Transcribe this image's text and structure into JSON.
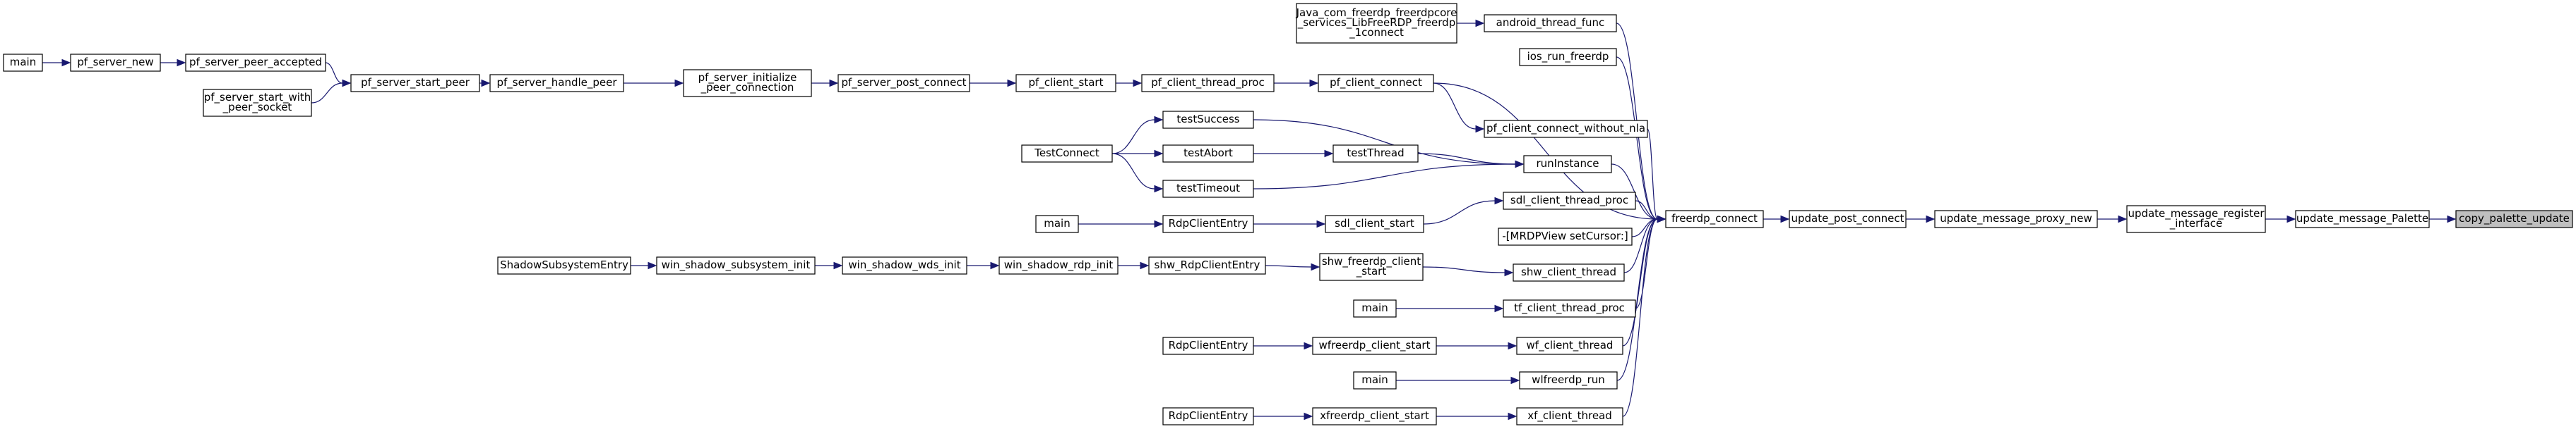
{
  "graph": {
    "title": "",
    "edge_color": "#191970",
    "highlight_color": "#bfbfbf",
    "nodes": [
      {
        "id": "copy_palette_update",
        "lines": [
          "copy_palette_update"
        ],
        "highlight": true
      },
      {
        "id": "update_message_Palette",
        "lines": [
          "update_message_Palette"
        ]
      },
      {
        "id": "update_message_register_interface",
        "lines": [
          "update_message_register",
          "_interface"
        ]
      },
      {
        "id": "update_message_proxy_new",
        "lines": [
          "update_message_proxy_new"
        ]
      },
      {
        "id": "update_post_connect",
        "lines": [
          "update_post_connect"
        ]
      },
      {
        "id": "freerdp_connect",
        "lines": [
          "freerdp_connect"
        ]
      },
      {
        "id": "android_thread_func",
        "lines": [
          "android_thread_func"
        ]
      },
      {
        "id": "java_connect",
        "lines": [
          "Java_com_freerdp_freerdpcore",
          "_services_LibFreeRDP_freerdp",
          "_1connect"
        ]
      },
      {
        "id": "ios_run_freerdp",
        "lines": [
          "ios_run_freerdp"
        ]
      },
      {
        "id": "pf_client_connect",
        "lines": [
          "pf_client_connect"
        ]
      },
      {
        "id": "pf_client_thread_proc",
        "lines": [
          "pf_client_thread_proc"
        ]
      },
      {
        "id": "pf_client_start",
        "lines": [
          "pf_client_start"
        ]
      },
      {
        "id": "pf_server_post_connect",
        "lines": [
          "pf_server_post_connect"
        ]
      },
      {
        "id": "pf_server_initialize_peer_connection",
        "lines": [
          "pf_server_initialize",
          "_peer_connection"
        ]
      },
      {
        "id": "pf_server_handle_peer",
        "lines": [
          "pf_server_handle_peer"
        ]
      },
      {
        "id": "pf_server_start_peer",
        "lines": [
          "pf_server_start_peer"
        ]
      },
      {
        "id": "pf_server_peer_accepted",
        "lines": [
          "pf_server_peer_accepted"
        ]
      },
      {
        "id": "pf_server_new",
        "lines": [
          "pf_server_new"
        ]
      },
      {
        "id": "main_1",
        "lines": [
          "main"
        ]
      },
      {
        "id": "pf_server_start_with_peer_socket",
        "lines": [
          "pf_server_start_with",
          "_peer_socket"
        ]
      },
      {
        "id": "pf_client_connect_without_nla",
        "lines": [
          "pf_client_connect_without_nla"
        ]
      },
      {
        "id": "runInstance",
        "lines": [
          "runInstance"
        ]
      },
      {
        "id": "testSuccess",
        "lines": [
          "testSuccess"
        ]
      },
      {
        "id": "testAbort",
        "lines": [
          "testAbort"
        ]
      },
      {
        "id": "testThread",
        "lines": [
          "testThread"
        ]
      },
      {
        "id": "testTimeout",
        "lines": [
          "testTimeout"
        ]
      },
      {
        "id": "TestConnect",
        "lines": [
          "TestConnect"
        ]
      },
      {
        "id": "sdl_client_thread_proc",
        "lines": [
          "sdl_client_thread_proc"
        ]
      },
      {
        "id": "sdl_client_start",
        "lines": [
          "sdl_client_start"
        ]
      },
      {
        "id": "RdpClientEntry_1",
        "lines": [
          "RdpClientEntry"
        ]
      },
      {
        "id": "main_2",
        "lines": [
          "main"
        ]
      },
      {
        "id": "MRDPView_setCursor",
        "lines": [
          "-[MRDPView setCursor:]"
        ]
      },
      {
        "id": "shw_client_thread",
        "lines": [
          "shw_client_thread"
        ]
      },
      {
        "id": "shw_freerdp_client_start",
        "lines": [
          "shw_freerdp_client",
          "_start"
        ]
      },
      {
        "id": "shw_RdpClientEntry",
        "lines": [
          "shw_RdpClientEntry"
        ]
      },
      {
        "id": "win_shadow_rdp_init",
        "lines": [
          "win_shadow_rdp_init"
        ]
      },
      {
        "id": "win_shadow_wds_init",
        "lines": [
          "win_shadow_wds_init"
        ]
      },
      {
        "id": "win_shadow_subsystem_init",
        "lines": [
          "win_shadow_subsystem_init"
        ]
      },
      {
        "id": "ShadowSubsystemEntry",
        "lines": [
          "ShadowSubsystemEntry"
        ]
      },
      {
        "id": "tf_client_thread_proc",
        "lines": [
          "tf_client_thread_proc"
        ]
      },
      {
        "id": "main_3",
        "lines": [
          "main"
        ]
      },
      {
        "id": "wf_client_thread",
        "lines": [
          "wf_client_thread"
        ]
      },
      {
        "id": "wfreerdp_client_start",
        "lines": [
          "wfreerdp_client_start"
        ]
      },
      {
        "id": "RdpClientEntry_2",
        "lines": [
          "RdpClientEntry"
        ]
      },
      {
        "id": "wlfreerdp_run",
        "lines": [
          "wlfreerdp_run"
        ]
      },
      {
        "id": "main_4",
        "lines": [
          "main"
        ]
      },
      {
        "id": "xf_client_thread",
        "lines": [
          "xf_client_thread"
        ]
      },
      {
        "id": "xfreerdp_client_start",
        "lines": [
          "xfreerdp_client_start"
        ]
      },
      {
        "id": "RdpClientEntry_3",
        "lines": [
          "RdpClientEntry"
        ]
      }
    ],
    "edges": [
      [
        "update_message_Palette",
        "copy_palette_update"
      ],
      [
        "update_message_register_interface",
        "update_message_Palette"
      ],
      [
        "update_message_proxy_new",
        "update_message_register_interface"
      ],
      [
        "update_post_connect",
        "update_message_proxy_new"
      ],
      [
        "freerdp_connect",
        "update_post_connect"
      ],
      [
        "android_thread_func",
        "freerdp_connect"
      ],
      [
        "java_connect",
        "android_thread_func"
      ],
      [
        "ios_run_freerdp",
        "freerdp_connect"
      ],
      [
        "pf_client_connect",
        "freerdp_connect"
      ],
      [
        "pf_client_thread_proc",
        "pf_client_connect"
      ],
      [
        "pf_client_start",
        "pf_client_thread_proc"
      ],
      [
        "pf_server_post_connect",
        "pf_client_start"
      ],
      [
        "pf_server_initialize_peer_connection",
        "pf_server_post_connect"
      ],
      [
        "pf_server_handle_peer",
        "pf_server_initialize_peer_connection"
      ],
      [
        "pf_server_start_peer",
        "pf_server_handle_peer"
      ],
      [
        "pf_server_peer_accepted",
        "pf_server_start_peer"
      ],
      [
        "pf_server_new",
        "pf_server_peer_accepted"
      ],
      [
        "main_1",
        "pf_server_new"
      ],
      [
        "pf_server_start_with_peer_socket",
        "pf_server_start_peer"
      ],
      [
        "pf_client_connect",
        "pf_client_connect_without_nla"
      ],
      [
        "pf_client_connect_without_nla",
        "freerdp_connect"
      ],
      [
        "runInstance",
        "freerdp_connect"
      ],
      [
        "testSuccess",
        "runInstance"
      ],
      [
        "testAbort",
        "testThread"
      ],
      [
        "testThread",
        "runInstance"
      ],
      [
        "testTimeout",
        "runInstance"
      ],
      [
        "TestConnect",
        "testSuccess"
      ],
      [
        "TestConnect",
        "testAbort"
      ],
      [
        "TestConnect",
        "testTimeout"
      ],
      [
        "sdl_client_thread_proc",
        "freerdp_connect"
      ],
      [
        "sdl_client_start",
        "sdl_client_thread_proc"
      ],
      [
        "RdpClientEntry_1",
        "sdl_client_start"
      ],
      [
        "main_2",
        "RdpClientEntry_1"
      ],
      [
        "MRDPView_setCursor",
        "freerdp_connect"
      ],
      [
        "shw_client_thread",
        "freerdp_connect"
      ],
      [
        "shw_freerdp_client_start",
        "shw_client_thread"
      ],
      [
        "shw_RdpClientEntry",
        "shw_freerdp_client_start"
      ],
      [
        "win_shadow_rdp_init",
        "shw_RdpClientEntry"
      ],
      [
        "win_shadow_wds_init",
        "win_shadow_rdp_init"
      ],
      [
        "win_shadow_subsystem_init",
        "win_shadow_wds_init"
      ],
      [
        "ShadowSubsystemEntry",
        "win_shadow_subsystem_init"
      ],
      [
        "tf_client_thread_proc",
        "freerdp_connect"
      ],
      [
        "main_3",
        "tf_client_thread_proc"
      ],
      [
        "wf_client_thread",
        "freerdp_connect"
      ],
      [
        "wfreerdp_client_start",
        "wf_client_thread"
      ],
      [
        "RdpClientEntry_2",
        "wfreerdp_client_start"
      ],
      [
        "wlfreerdp_run",
        "freerdp_connect"
      ],
      [
        "main_4",
        "wlfreerdp_run"
      ],
      [
        "xf_client_thread",
        "freerdp_connect"
      ],
      [
        "xfreerdp_client_start",
        "xf_client_thread"
      ],
      [
        "RdpClientEntry_3",
        "xfreerdp_client_start"
      ]
    ]
  }
}
